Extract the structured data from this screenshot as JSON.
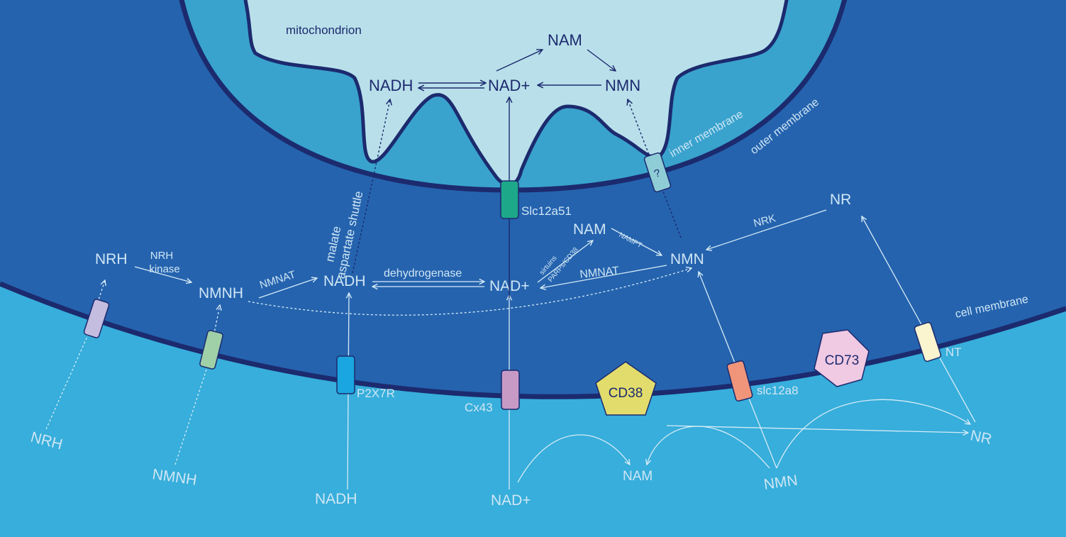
{
  "regions": {
    "mito": "mitochondrion",
    "inner": "inner membrane",
    "outer": "outer membrane",
    "cell": "cell membrane"
  },
  "mito_metabolites": {
    "nam": "NAM",
    "nadh": "NADH",
    "nad": "NAD+",
    "nmn": "NMN"
  },
  "cyto": {
    "nrh": "NRH",
    "nrh_kinase_1": "NRH",
    "nrh_kinase_2": "kinase",
    "nmnh": "NMNH",
    "nmnat1": "NMNAT",
    "nadh": "NADH",
    "shuttle_1": "malate",
    "shuttle_2": "aspartate shuttle",
    "dehydrogenase": "dehydrogenase",
    "nad": "NAD+",
    "sirtuins": "sirtuins",
    "parps": "PARPs/CD38",
    "nam": "NAM",
    "nampt": "NAMPT",
    "nmnat2": "NMNAT",
    "nmn": "NMN",
    "nrk": "NRK",
    "nr": "NR"
  },
  "transporters": {
    "slc12a51": "Slc12a51",
    "unknown": "?",
    "p2x7r": "P2X7R",
    "cx43": "Cx43",
    "cd38": "CD38",
    "slc12a8": "slc12a8",
    "cd73": "CD73",
    "nt": "NT"
  },
  "extra": {
    "nrh": "NRH",
    "nmnh": "NMNH",
    "nadh": "NADH",
    "nad": "NAD+",
    "nam": "NAM",
    "nmn": "NMN",
    "nr": "NR"
  },
  "colors": {
    "cytoplasm": "#2563ae",
    "extracellular": "#37aedb",
    "membrane": "#1c2a6e",
    "intermembrane": "#39a3cd",
    "matrix": "#b9e0ea"
  }
}
